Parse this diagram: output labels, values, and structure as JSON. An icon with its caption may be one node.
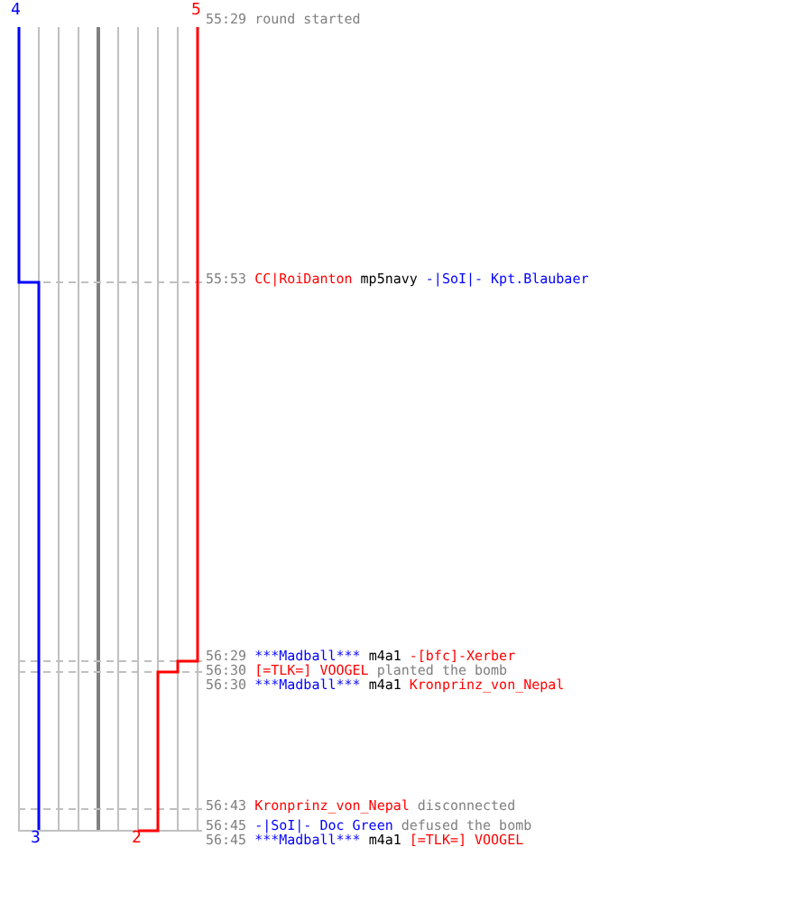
{
  "diagram": {
    "labels": [
      "4",
      "5",
      "55:29",
      "round started",
      "55:53",
      "CC|RoiDanton",
      "mp5navy",
      "-|SoI|- Kpt.Blaubaer",
      "56:29",
      "***Madball***",
      "m4a1",
      "-[bfc]-Xerber",
      "56:30",
      "[=TLK=] VOOGEL",
      "planted the bomb",
      "56:30",
      "***Madball***",
      "m4a1",
      "Kronprinz_von_Nepal",
      "56:43",
      "Kronprinz_von_Nepal",
      "disconnected",
      "56:45",
      "-|SoI|- Doc Green",
      "defused the bomb",
      "3",
      "2",
      "56:45",
      "***Madball***",
      "m4a1",
      "[=TLK=] VOOGEL"
    ]
  }
}
